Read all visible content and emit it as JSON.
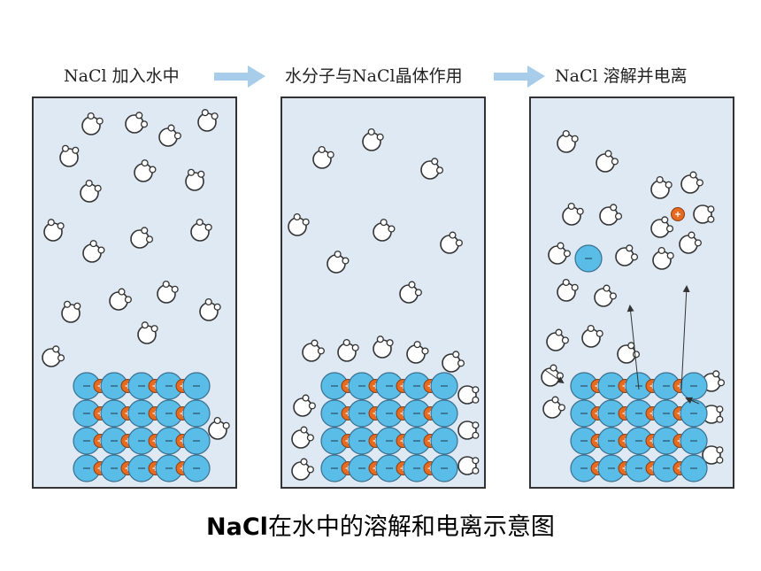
{
  "steps": [
    {
      "label": "NaCl 加入水中"
    },
    {
      "label": "水分子与NaCl晶体作用"
    },
    {
      "label": "NaCl 溶解并电离"
    }
  ],
  "caption": {
    "bold": "NaCl",
    "rest": "在水中的溶解和电离示意图"
  },
  "colors": {
    "panel_fill": "#dfe9f3",
    "panel_border": "#333333",
    "chloride_ion": "#59bde8",
    "sodium_ion": "#e66a1f",
    "water_oxygen": "#ffffff",
    "arrow": "#a8cdea"
  },
  "legend_icons": [
    "water-molecule-icon",
    "chloride-ion-icon",
    "sodium-ion-icon"
  ]
}
